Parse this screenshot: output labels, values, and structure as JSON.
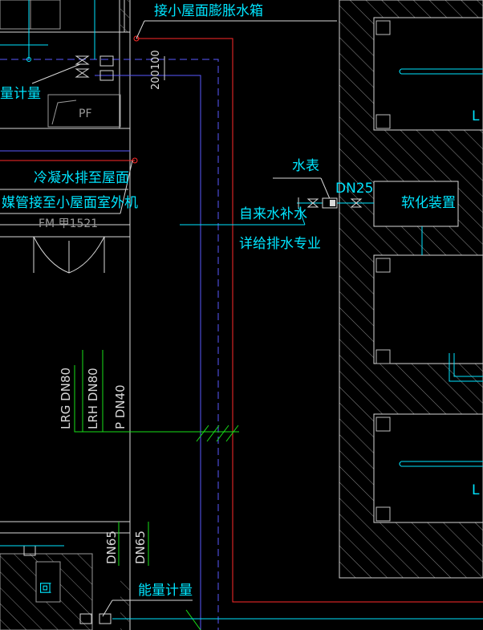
{
  "colors": {
    "background": "#000000",
    "cyan": "#00e5ff",
    "white": "#d8d8d8",
    "red": "#ff2a2a",
    "green": "#18e018",
    "blue": "#5a5aff",
    "grey": "#9a9a9a"
  },
  "labels": {
    "expansion_tank": "接小屋面膨胀水箱",
    "energy_meter_top": "量计量",
    "pf": "PF",
    "condensate": "冷凝水排至屋面",
    "refrigerant": "媒管接至小屋面室外机",
    "fire_door": "FM 甲1521",
    "water_meter": "水表",
    "dn25": "DN25",
    "softener": "软化装置",
    "makeup_water": "自来水补水",
    "plumbing_ref": "详给排水专业",
    "lrg": "LRG DN80",
    "lrh": "LRH DN80",
    "p": "P DN40",
    "dn65_a": "DN65",
    "dn65_b": "DN65",
    "energy_meter_bottom": "能量计量",
    "dim": "200100",
    "unit_top": "L",
    "unit_bottom": "L",
    "side_fragment": "回"
  }
}
